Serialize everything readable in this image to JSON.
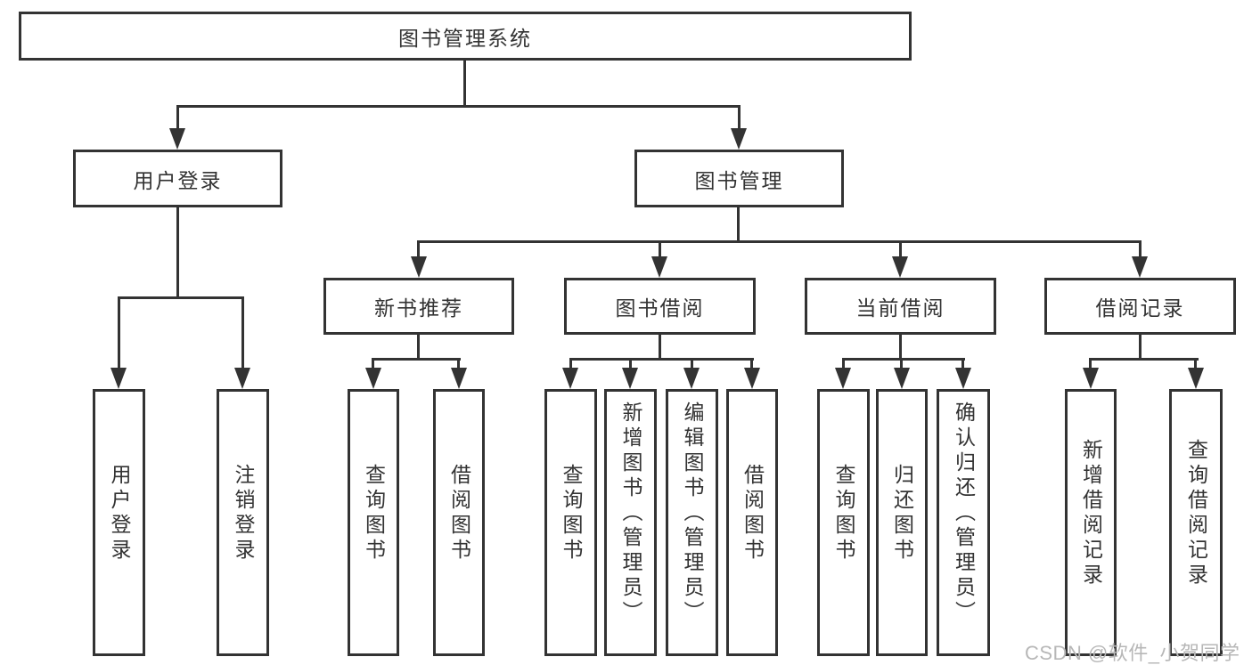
{
  "tree": {
    "label": "图书管理系统",
    "children": [
      {
        "label": "用户登录",
        "children": [
          {
            "label": "用户登录"
          },
          {
            "label": "注销登录"
          }
        ]
      },
      {
        "label": "图书管理",
        "children": [
          {
            "label": "新书推荐",
            "children": [
              {
                "label": "查询图书"
              },
              {
                "label": "借阅图书"
              }
            ]
          },
          {
            "label": "图书借阅",
            "children": [
              {
                "label": "查询图书"
              },
              {
                "label": "新增图书（管理员）"
              },
              {
                "label": "编辑图书（管理员）"
              },
              {
                "label": "借阅图书"
              }
            ]
          },
          {
            "label": "当前借阅",
            "children": [
              {
                "label": "查询图书"
              },
              {
                "label": "归还图书"
              },
              {
                "label": "确认归还（管理员）"
              }
            ]
          },
          {
            "label": "借阅记录",
            "children": [
              {
                "label": "新增借阅记录"
              },
              {
                "label": "查询借阅记录"
              }
            ]
          }
        ]
      }
    ]
  },
  "watermark": {
    "text": "CSDN @软件_小贺同学"
  },
  "colors": {
    "line": "#333333",
    "text": "#333333",
    "box_background": "#ffffff",
    "watermark": "#b7b7b7",
    "background": "#ffffff"
  }
}
